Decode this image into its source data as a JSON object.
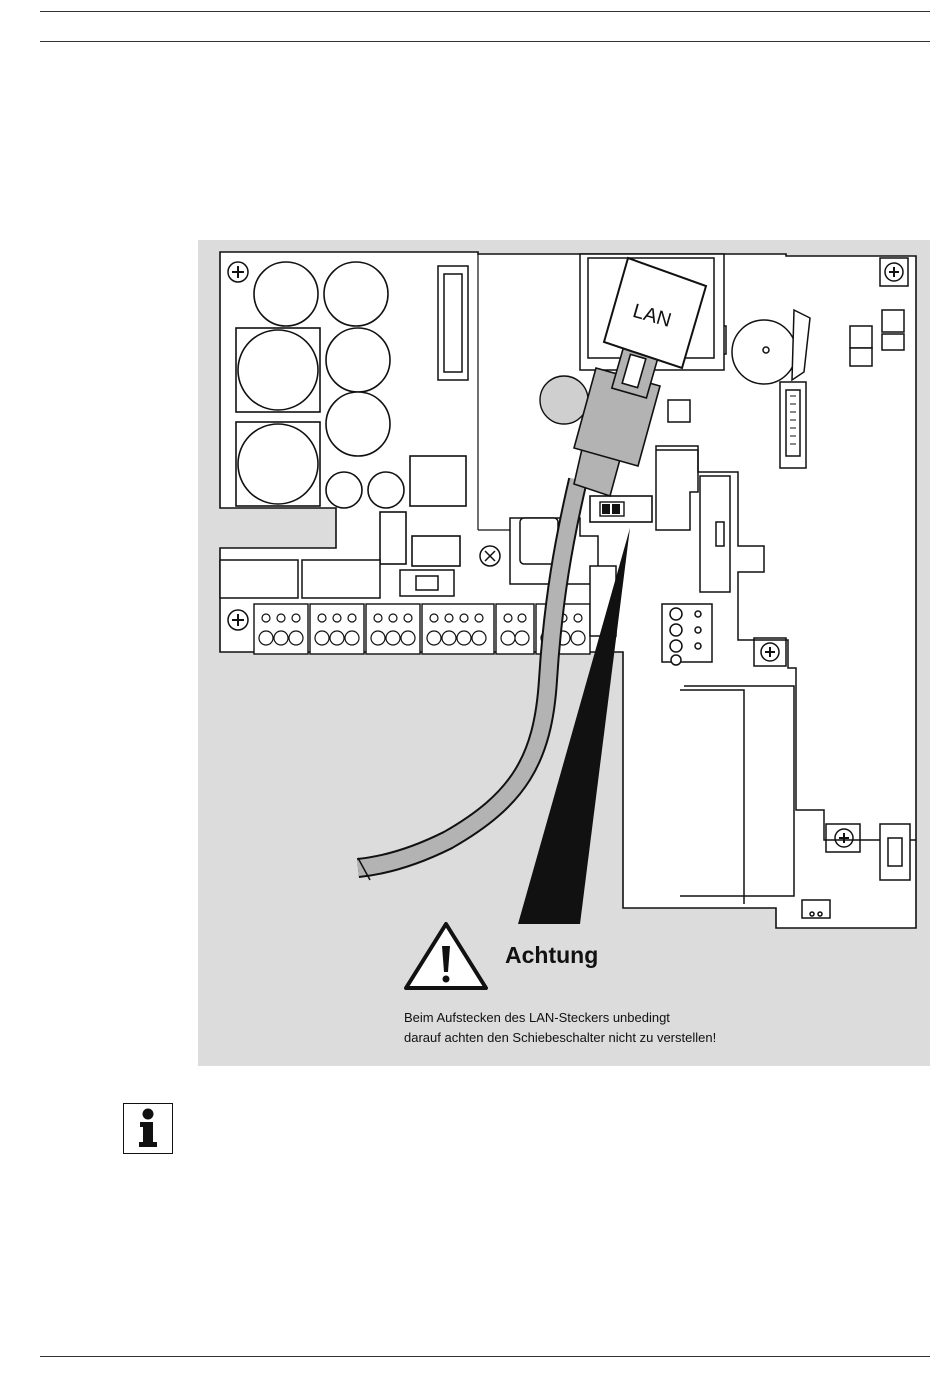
{
  "figure": {
    "connector_label": "LAN",
    "warning": {
      "title": "Achtung",
      "line1": "Beim Aufstecken des LAN-Steckers unbedingt",
      "line2": "darauf achten den Schiebeschalter nicht zu verstellen!"
    }
  },
  "icons": {
    "warning": "warning-triangle-icon",
    "info": "info-icon"
  },
  "colors": {
    "panel_background": "#dcdcdc",
    "board": "#ffffff",
    "outline": "#111111"
  }
}
